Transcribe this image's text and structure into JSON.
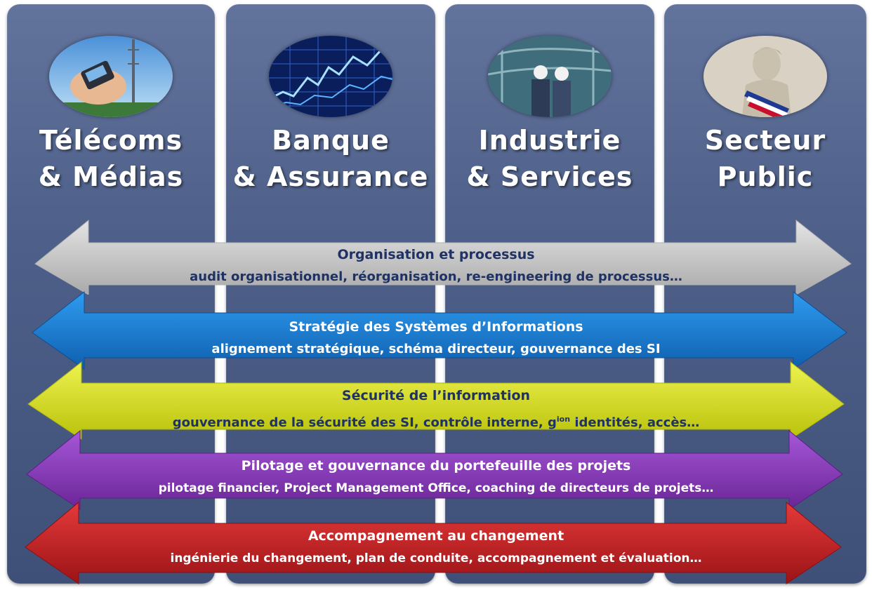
{
  "columns": [
    {
      "line1": "Télécoms",
      "line2": "& Médias",
      "icon": "phone-antenna-photo"
    },
    {
      "line1": "Banque",
      "line2": "& Assurance",
      "icon": "stock-chart-photo"
    },
    {
      "line1": "Industrie",
      "line2": "& Services",
      "icon": "engineers-photo"
    },
    {
      "line1": "Secteur",
      "line2": "Public",
      "icon": "marianne-statue-photo"
    }
  ],
  "arrows": [
    {
      "title": "Organisation et processus",
      "subtitle": "audit organisationnel, réorganisation, re-engineering de processus…",
      "color": "#c8c8c8",
      "text_color": "#1f3263"
    },
    {
      "title": "Stratégie des Systèmes d’Informations",
      "subtitle": "alignement stratégique, schéma directeur, gouvernance des SI",
      "color": "#1e7fd2",
      "text_color": "#ffffff"
    },
    {
      "title": "Sécurité de l’information",
      "subtitle_main": "gouvernance de la sécurité des SI, contrôle interne, g",
      "subtitle_sup": "ion",
      "subtitle_end": " identités, accès…",
      "color": "#d6e012",
      "text_color": "#1f3263"
    },
    {
      "title": "Pilotage et gouvernance du portefeuille des projets",
      "subtitle": "pilotage financier, Project Management Office, coaching de directeurs de projets…",
      "color": "#8a3bbf",
      "text_color": "#ffffff"
    },
    {
      "title": "Accompagnement au changement",
      "subtitle": "ingénierie du changement, plan de conduite, accompagnement et évaluation…",
      "color": "#c01e22",
      "text_color": "#ffffff"
    }
  ]
}
